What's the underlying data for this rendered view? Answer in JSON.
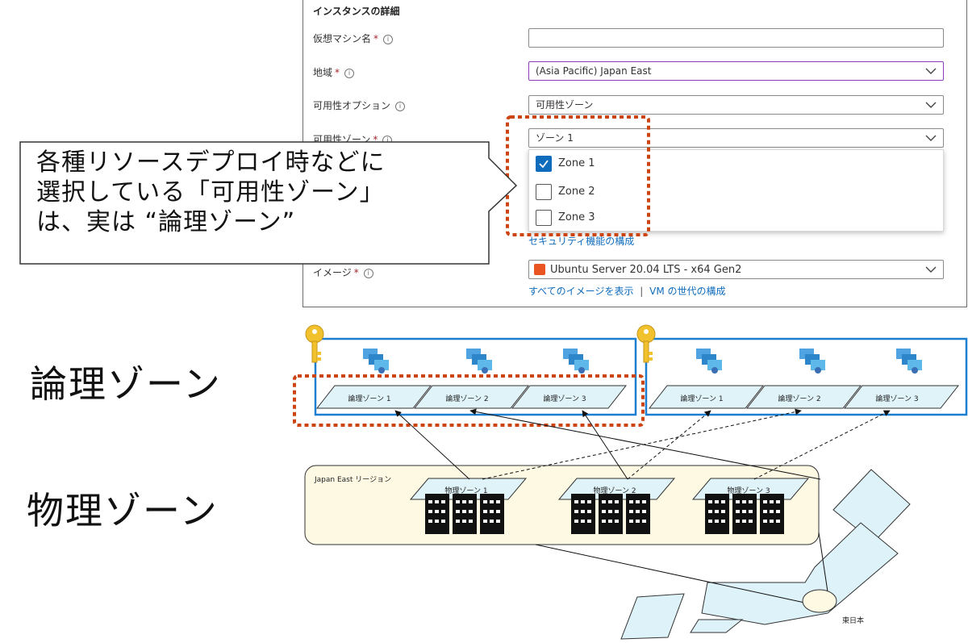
{
  "form": {
    "heading": "インスタンスの詳細",
    "vm_name": {
      "label": "仮想マシン名",
      "required": "*",
      "info": "i",
      "value": ""
    },
    "region": {
      "label": "地域",
      "required": "*",
      "info": "i",
      "value": "(Asia Pacific) Japan East"
    },
    "availability_option": {
      "label": "可用性オプション",
      "info": "i",
      "value": "可用性ゾーン"
    },
    "availability_zone": {
      "label": "可用性ゾーン",
      "required": "*",
      "info": "i",
      "value": "ゾーン 1",
      "options": [
        {
          "label": "Zone 1",
          "checked": true
        },
        {
          "label": "Zone 2",
          "checked": false
        },
        {
          "label": "Zone 3",
          "checked": false
        }
      ]
    },
    "security_link": "セキュリティ機能の構成",
    "image": {
      "label": "イメージ",
      "required": "*",
      "info": "i",
      "value": "Ubuntu Server 20.04 LTS - x64 Gen2"
    },
    "image_links": {
      "show_all": "すべてのイメージを表示",
      "separator": "|",
      "vm_generation": "VM の世代の構成"
    }
  },
  "callout": {
    "lines": [
      "各種リソースデプロイ時などに",
      "選択している「可用性ゾーン」",
      "は、実は “論理ゾーン”"
    ]
  },
  "labels": {
    "logical": "論理ゾーン",
    "physical": "物理ゾーン"
  },
  "diagram": {
    "subscription_a": {
      "zones": [
        "論理ゾーン 1",
        "論理ゾーン 2",
        "論理ゾーン 3"
      ]
    },
    "subscription_b": {
      "zones": [
        "論理ゾーン 1",
        "論理ゾーン 2",
        "論理ゾーン 3"
      ]
    },
    "region": {
      "label": "Japan East リージョン",
      "zones": [
        "物理ゾーン 1",
        "物理ゾーン 2",
        "物理ゾーン 3"
      ]
    },
    "map_label": "東日本"
  },
  "colors": {
    "highlight_dashed": "#cc4411",
    "subscription_border": "#1a7fd1",
    "zone_fill": "#dff3f9",
    "region_fill": "#fdf9e3",
    "map_fill": "#def2f9",
    "key": "#f2c12e",
    "checkbox_checked": "#0f6cbd"
  }
}
